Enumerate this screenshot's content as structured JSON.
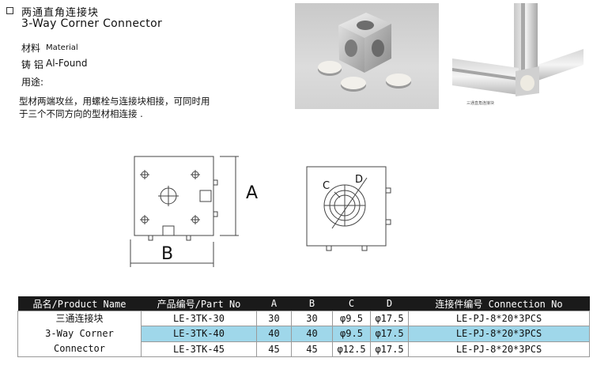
{
  "header": {
    "title_cn": "两通直角连接块",
    "title_en": "3-Way Corner Connector"
  },
  "material": {
    "label": "材料",
    "value": "Material"
  },
  "cast": {
    "label": "铸 铝",
    "value": "Al-Found"
  },
  "usage": {
    "label": "用途:"
  },
  "description": {
    "line1": "型材两端攻丝，用螺栓与连接块相接，可同时用",
    "line2": "于三个不同方向的型材相连接 ."
  },
  "photo_caption": "三通直角连接块",
  "drawing": {
    "label_a": "A",
    "label_b": "B",
    "label_c": "C",
    "label_d": "D"
  },
  "table": {
    "headers": [
      "品名/Product Name",
      "产品编号/Part No",
      "A",
      "B",
      "C",
      "D",
      "连接件编号 Connection No"
    ],
    "product_name": [
      "三通连接块",
      "3-Way Corner",
      "Connector"
    ],
    "rows": [
      [
        "LE-3TK-30",
        "30",
        "30",
        "φ9.5",
        "φ17.5",
        "LE-PJ-8*20*3PCS"
      ],
      [
        "LE-3TK-40",
        "40",
        "40",
        "φ9.5",
        "φ17.5",
        "LE-PJ-8*20*3PCS"
      ],
      [
        "LE-3TK-45",
        "45",
        "45",
        "φ12.5",
        "φ17.5",
        "LE-PJ-8*20*3PCS"
      ]
    ],
    "highlight_row": 1,
    "colors": {
      "header_bg": "#1a1a1a",
      "highlight_bg": "#9fd7ea"
    }
  }
}
